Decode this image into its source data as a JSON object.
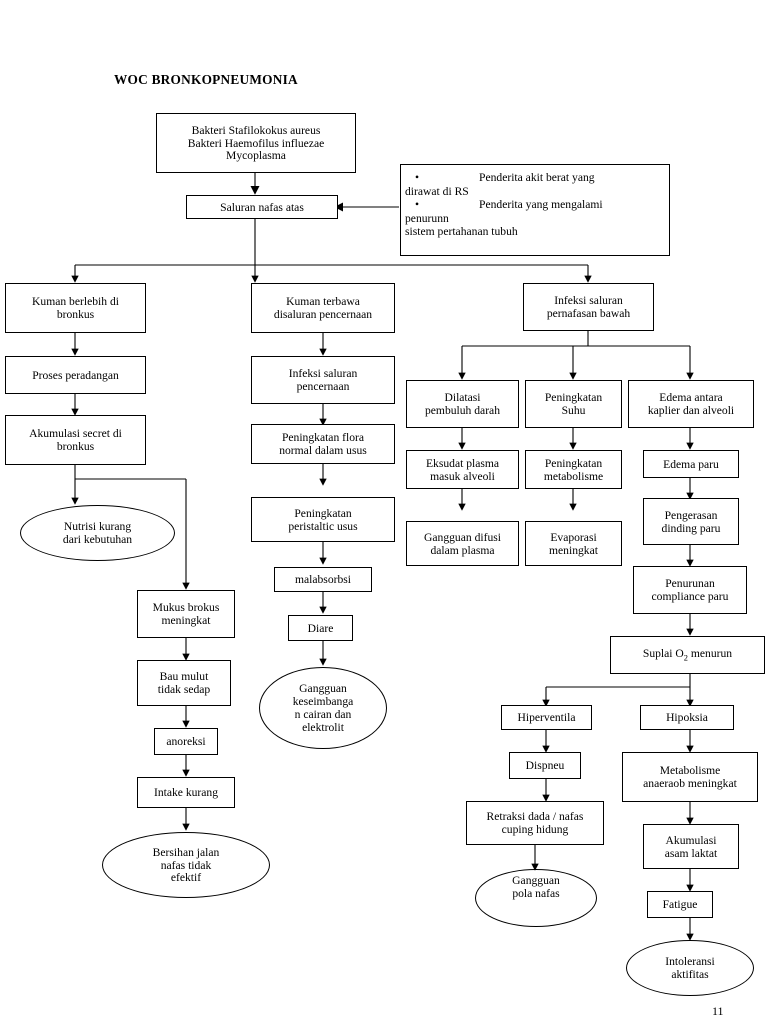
{
  "document": {
    "title": "WOC BRONKOPNEUMONIA",
    "page_number": "11"
  },
  "callout": {
    "bullet_glyph": "•",
    "lines": [
      "Penderita akit berat yang",
      "dirawat di RS",
      "Penderita yang mengalami",
      "penurunn",
      "sistem pertahanan tubuh"
    ],
    "item1_head": "Penderita akit berat yang",
    "item1_cont": "dirawat di RS",
    "item2_head": "Penderita yang mengalami",
    "item2_cont": "penurunn",
    "item2_cont2": "sistem pertahanan tubuh"
  },
  "nodes": {
    "bakteri": {
      "line1": "Bakteri Stafilokokus aureus",
      "line2": "Bakteri Haemofilus influezae",
      "line3": "Mycoplasma"
    },
    "saluran_nafas_atas": {
      "label": "Saluran nafas atas"
    },
    "kuman_bronkus": {
      "line1": "Kuman berlebih di",
      "line2": "bronkus"
    },
    "proses_peradangan": {
      "label": "Proses peradangan"
    },
    "akumulasi_secret": {
      "line1": "Akumulasi secret di",
      "line2": "bronkus"
    },
    "nutrisi_kurang": {
      "line1": "Nutrisi kurang",
      "line2": "dari kebutuhan"
    },
    "mukus_brokus": {
      "line1": "Mukus brokus",
      "line2": "meningkat"
    },
    "bau_mulut": {
      "line1": "Bau mulut",
      "line2": "tidak sedap"
    },
    "anoreksi": {
      "label": "anoreksi"
    },
    "intake_kurang": {
      "label": "Intake kurang"
    },
    "bersihan_jalan": {
      "line1": "Bersihan jalan",
      "line2": "nafas tidak",
      "line3": "efektif"
    },
    "kuman_terbawa": {
      "line1": "Kuman terbawa",
      "line2": "disaluran pencernaan"
    },
    "infeksi_pencernaan": {
      "line1": "Infeksi saluran",
      "line2": "pencernaan"
    },
    "flora_usus": {
      "line1": "Peningkatan flora",
      "line2": "normal dalam usus"
    },
    "peristaltic": {
      "line1": "Peningkatan",
      "line2": "peristaltic usus"
    },
    "malabsorbsi": {
      "label": "malabsorbsi"
    },
    "diare": {
      "label": "Diare"
    },
    "gangguan_elektrolit": {
      "line1": "Gangguan",
      "line2": "keseimbanga",
      "line3": "n cairan dan",
      "line4": "elektrolit"
    },
    "infeksi_pernafasan": {
      "line1": "Infeksi saluran",
      "line2": "pernafasan bawah"
    },
    "dilatasi": {
      "line1": "Dilatasi",
      "line2": "pembuluh darah"
    },
    "peningkatan_suhu": {
      "line1": "Peningkatan",
      "line2": "Suhu"
    },
    "edema_kaplier": {
      "line1": "Edema antara",
      "line2": "kaplier dan alveoli"
    },
    "eksudat": {
      "line1": "Eksudat plasma",
      "line2": "masuk alveoli"
    },
    "peningkatan_metabolisme": {
      "line1": "Peningkatan",
      "line2": "metabolisme"
    },
    "edema_paru": {
      "label": "Edema paru"
    },
    "gangguan_difusi": {
      "line1": "Gangguan difusi",
      "line2": "dalam plasma"
    },
    "evaporasi": {
      "line1": "Evaporasi",
      "line2": "meningkat"
    },
    "pengerasan": {
      "line1": "Pengerasan",
      "line2": "dinding paru"
    },
    "penurunan_compliance": {
      "line1": "Penurunan",
      "line2": "compliance paru"
    },
    "suplai_o2": {
      "prefix": "Suplai O",
      "subscript": "2",
      "suffix": " menurun"
    },
    "hiperventila": {
      "label": "Hiperventila"
    },
    "hipoksia": {
      "label": "Hipoksia"
    },
    "dispneu": {
      "label": "Dispneu"
    },
    "metabolisme_anaerob": {
      "line1": "Metabolisme",
      "line2": "anaeraob meningkat"
    },
    "retraksi": {
      "line1": "Retraksi dada / nafas",
      "line2": "cuping hidung"
    },
    "akumulasi_laktat": {
      "line1": "Akumulasi",
      "line2": "asam laktat"
    },
    "gangguan_pola_nafas": {
      "line1": "Gangguan",
      "line2": "pola nafas"
    },
    "fatigue": {
      "label": "Fatigue"
    },
    "intoleransi": {
      "line1": "Intoleransi",
      "line2": "aktifitas"
    }
  },
  "colors": {
    "stroke": "#000000",
    "background": "#ffffff",
    "text": "#000000"
  }
}
